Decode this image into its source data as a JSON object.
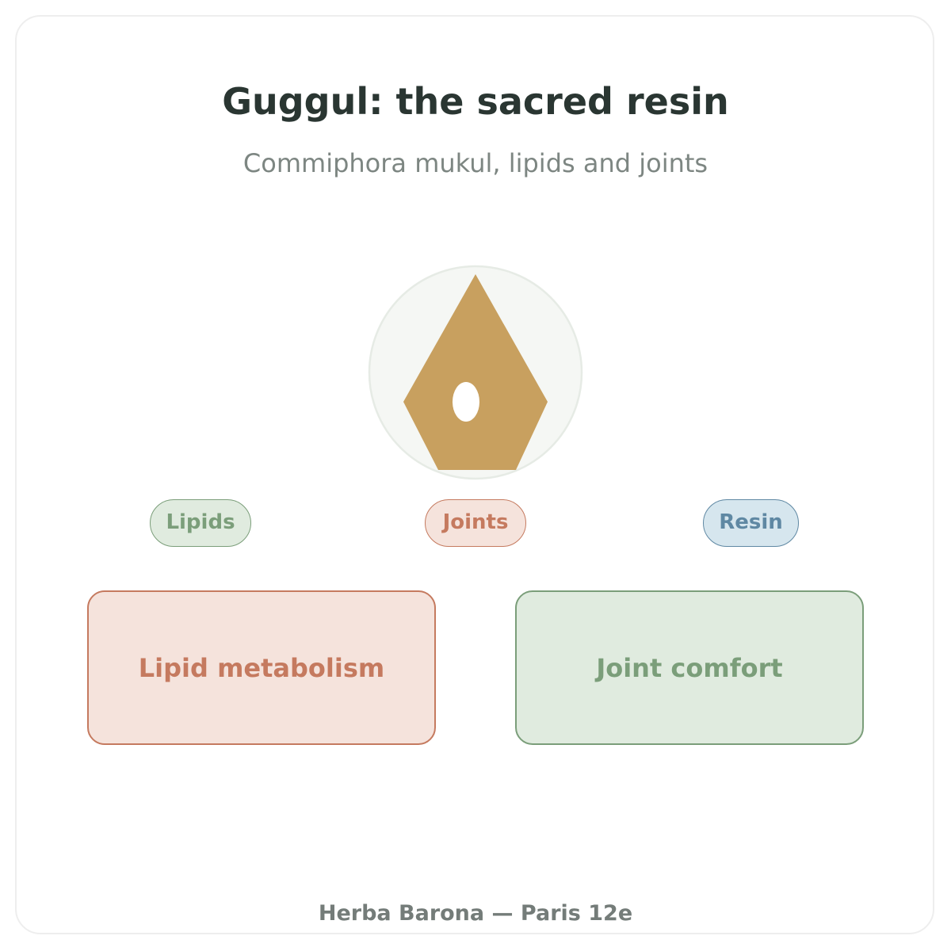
{
  "header": {
    "title": "Guggul: the sacred resin",
    "subtitle": "Commiphora mukul, lipids and joints"
  },
  "illustration": {
    "icon": "resin-drop-icon",
    "colors": {
      "circle_fill": "#f5f7f4",
      "circle_stroke": "#e6ebe5",
      "resin": "#c8a05f",
      "highlight": "#ffffff"
    }
  },
  "tags": [
    {
      "label": "Lipids",
      "color": "#7b9e7a",
      "background": "#e0ebdf"
    },
    {
      "label": "Joints",
      "color": "#c57a5f",
      "background": "#f5e3dc"
    },
    {
      "label": "Resin",
      "color": "#5f88a3",
      "background": "#d6e6ee"
    }
  ],
  "cards": [
    {
      "label": "Lipid metabolism",
      "color": "#c57a5f",
      "background": "#f5e3dc"
    },
    {
      "label": "Joint comfort",
      "color": "#7b9e7a",
      "background": "#e0ebdf"
    }
  ],
  "footer": {
    "text": "Herba Barona — Paris 12e"
  }
}
